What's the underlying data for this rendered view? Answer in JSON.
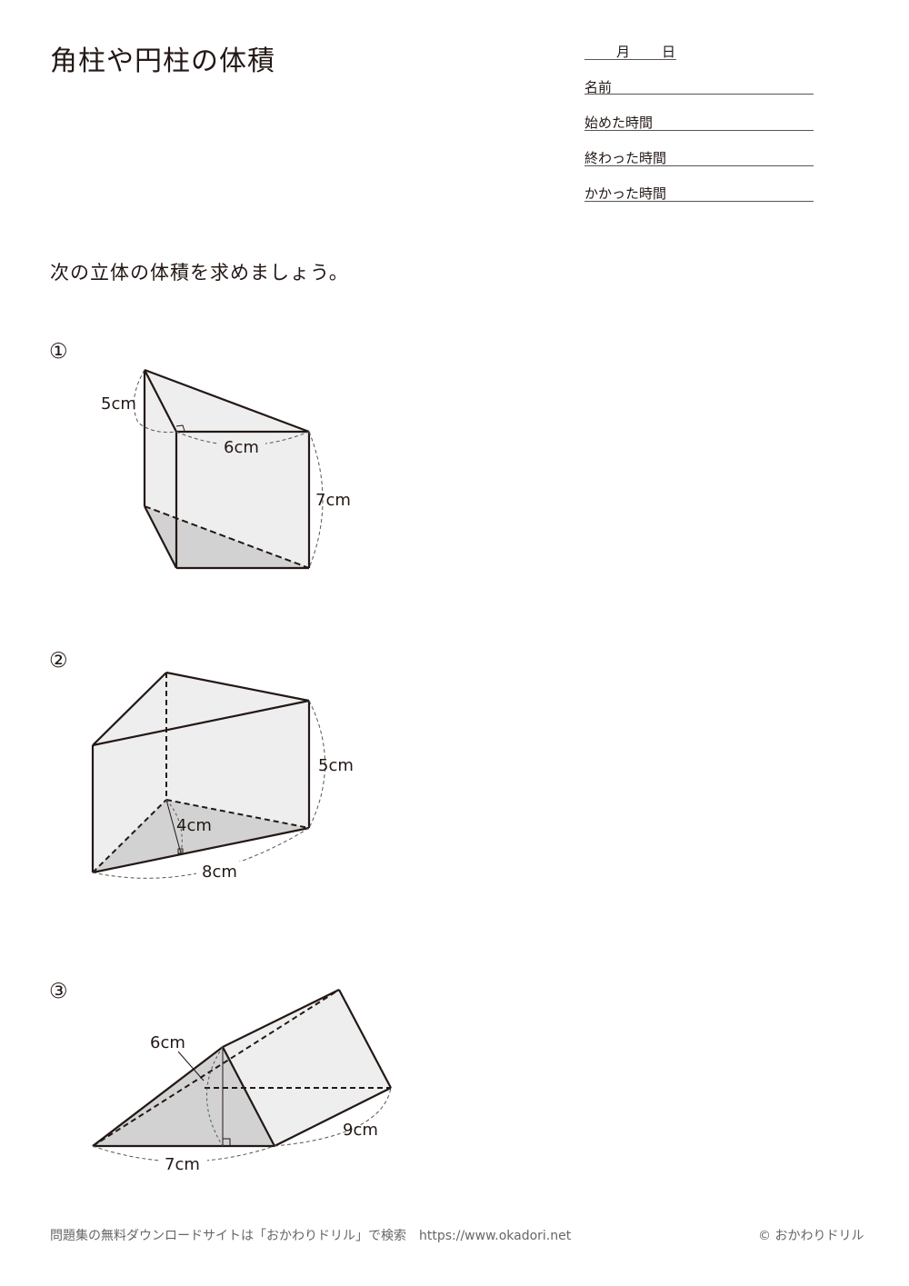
{
  "header": {
    "title": "角柱や円柱の体積",
    "date": {
      "month_label": "月",
      "day_label": "日"
    },
    "fields": [
      {
        "label": "名前"
      },
      {
        "label": "始めた時間"
      },
      {
        "label": "終わった時間"
      },
      {
        "label": "かかった時間"
      }
    ]
  },
  "instruction": "次の立体の体積を求めましょう。",
  "problems": [
    {
      "number": "①",
      "labels": {
        "a": "5cm",
        "b": "6cm",
        "c": "7cm"
      }
    },
    {
      "number": "②",
      "labels": {
        "a": "5cm",
        "b": "4cm",
        "c": "8cm"
      }
    },
    {
      "number": "③",
      "labels": {
        "a": "6cm",
        "b": "7cm",
        "c": "9cm"
      }
    }
  ],
  "footer": {
    "left": "問題集の無料ダウンロードサイトは「おかわりドリル」で検索　https://www.okadori.net",
    "right": "© おかわりドリル"
  },
  "colors": {
    "ink": "#231815",
    "face_light": "#eeeeee",
    "face_dark": "#d2d2d2"
  }
}
